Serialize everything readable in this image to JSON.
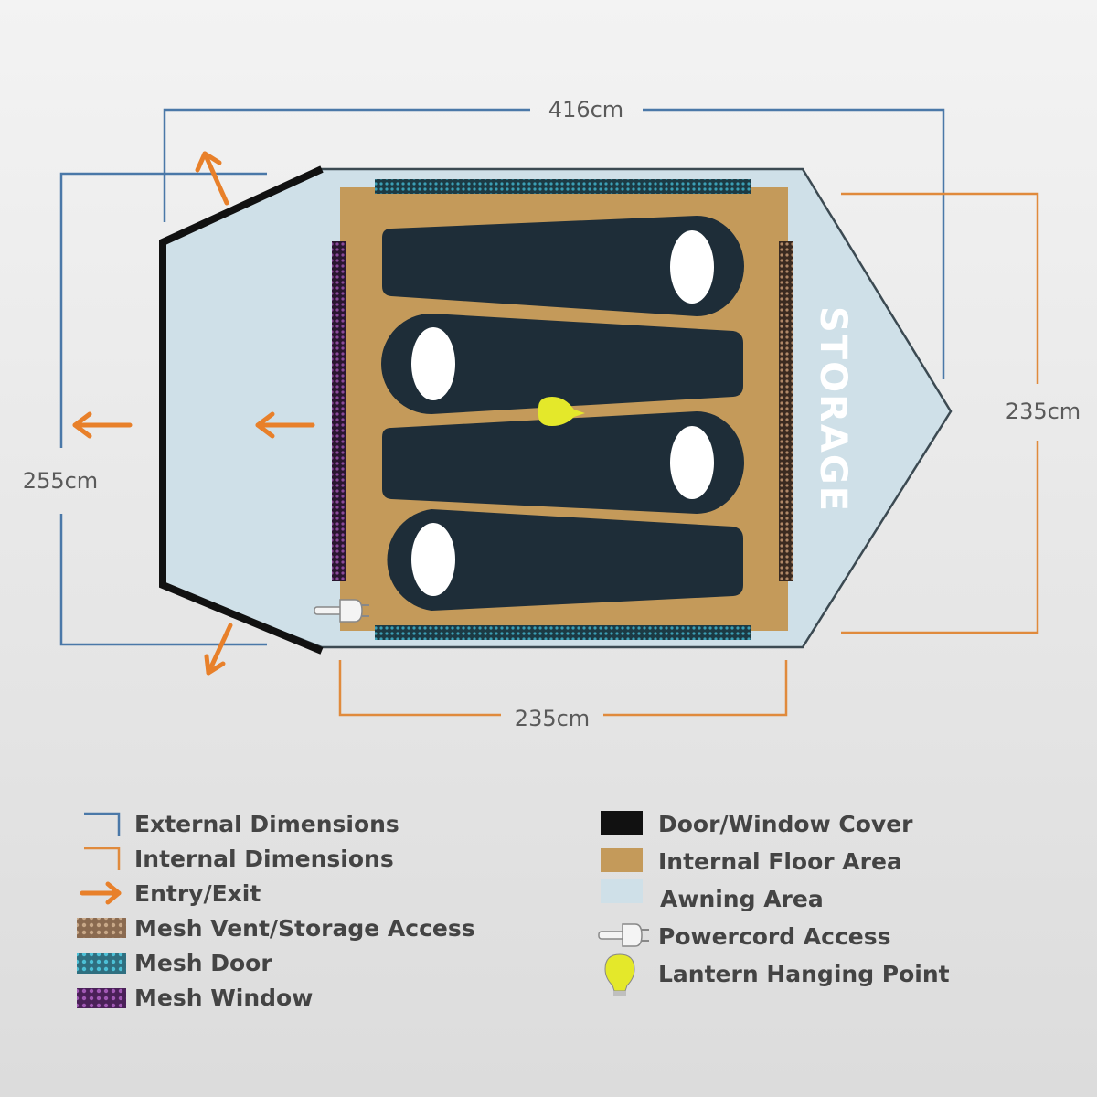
{
  "dimensions": {
    "external_length": "416cm",
    "external_width": "255cm",
    "internal_width": "235cm",
    "internal_length": "235cm"
  },
  "zone_label": "STORAGE",
  "legend": {
    "external_dimensions": "External Dimensions",
    "internal_dimensions": "Internal Dimensions",
    "entry_exit": "Entry/Exit",
    "mesh_vent": "Mesh Vent/Storage Access",
    "mesh_door": "Mesh Door",
    "mesh_window": "Mesh Window",
    "door_window_cover": "Door/Window Cover",
    "internal_floor_area": "Internal Floor Area",
    "awning_area": "Awning Area",
    "powercord_access": "Powercord Access",
    "lantern_hanging_point": "Lantern Hanging Point"
  },
  "colors": {
    "external": "#4a78a8",
    "internal": "#e08a3c",
    "arrow": "#e8802a",
    "awning": "#cfe0e8",
    "floor": "#c49a5a",
    "bag": "#1e2d38",
    "cover": "#111111",
    "mesh_door": "#3b9fb5",
    "mesh_window": "#7a3a8a",
    "mesh_vent": "#a88868",
    "lantern": "#e4e82a"
  },
  "icons": {
    "arrow": "arrow-right-icon",
    "powercord": "plug-icon",
    "lantern": "light-bulb-icon"
  }
}
